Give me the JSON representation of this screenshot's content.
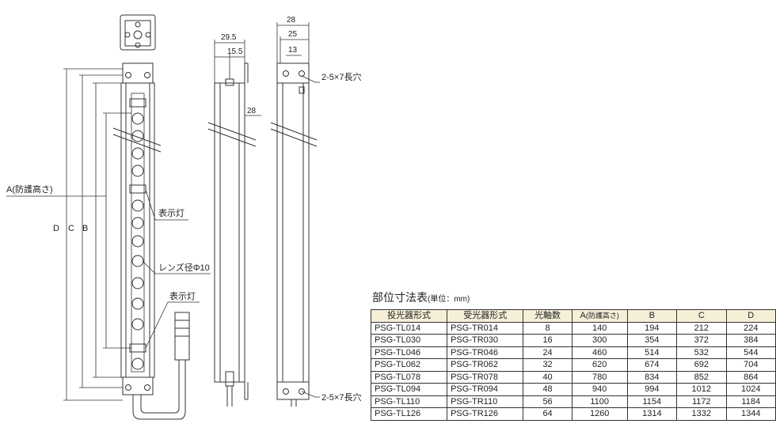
{
  "drawing": {
    "labels": {
      "height_a": "A(防護高さ)",
      "dim_d": "D",
      "dim_c": "C",
      "dim_b": "B",
      "indicator_1": "表示灯",
      "lens_diameter": "レンズ径Φ10",
      "indicator_2": "表示灯",
      "slot_top": "2-5×7長穴",
      "slot_bottom": "2-5×7長穴"
    },
    "dims": {
      "side_width": "29.5",
      "side_offset": "15.5",
      "side_depth": "28",
      "rear_width": "28",
      "rear_inner": "25",
      "rear_hole": "13"
    }
  },
  "table": {
    "title": "部位寸法表",
    "unit": "(単位：mm)",
    "headers": [
      "投光器形式",
      "受光器形式",
      "光軸数",
      "A",
      "(防護高さ)",
      "B",
      "C",
      "D"
    ],
    "rows": [
      [
        "PSG-TL014",
        "PSG-TR014",
        "8",
        "140",
        "194",
        "212",
        "224"
      ],
      [
        "PSG-TL030",
        "PSG-TR030",
        "16",
        "300",
        "354",
        "372",
        "384"
      ],
      [
        "PSG-TL046",
        "PSG-TR046",
        "24",
        "460",
        "514",
        "532",
        "544"
      ],
      [
        "PSG-TL062",
        "PSG-TR062",
        "32",
        "620",
        "674",
        "692",
        "704"
      ],
      [
        "PSG-TL078",
        "PSG-TR078",
        "40",
        "780",
        "834",
        "852",
        "864"
      ],
      [
        "PSG-TL094",
        "PSG-TR094",
        "48",
        "940",
        "994",
        "1012",
        "1024"
      ],
      [
        "PSG-TL110",
        "PSG-TR110",
        "56",
        "1100",
        "1154",
        "1172",
        "1184"
      ],
      [
        "PSG-TL126",
        "PSG-TR126",
        "64",
        "1260",
        "1314",
        "1332",
        "1344"
      ]
    ]
  }
}
